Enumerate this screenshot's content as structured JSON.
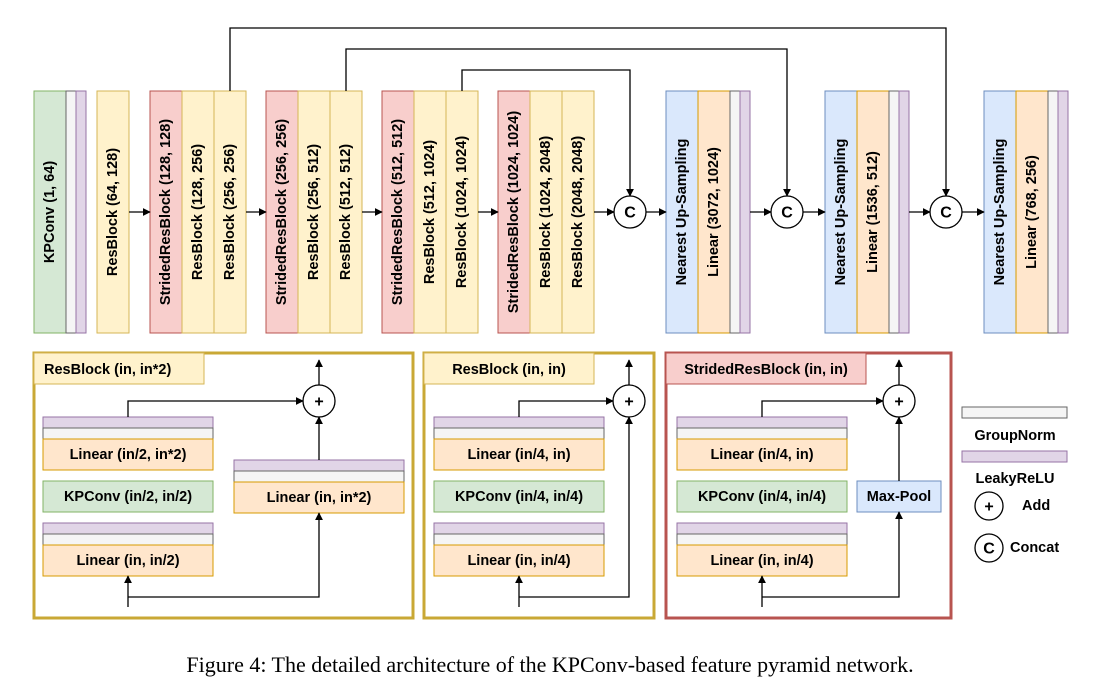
{
  "colors": {
    "kpconv": "#d5e8d4",
    "kpconv_border": "#82b366",
    "res": "#fff2cc",
    "res_border": "#d6b656",
    "strided": "#f8cecc",
    "strided_border": "#b85450",
    "upsample": "#dae8fc",
    "upsample_border": "#6c8ebf",
    "linear": "#ffe6cc",
    "linear_border": "#d79b00",
    "groupnorm": "#f5f5f5",
    "groupnorm_border": "#666666",
    "leakyrelu": "#e1d5e7",
    "leakyrelu_border": "#9673a6"
  },
  "pyramid": {
    "kpconv": "KPConv (1, 64)",
    "res1": "ResBlock (64, 128)",
    "s1a": "StridedResBlock (128, 128)",
    "s1b": "ResBlock (128, 256)",
    "s1c": "ResBlock (256, 256)",
    "s2a": "StridedResBlock (256, 256)",
    "s2b": "ResBlock (256, 512)",
    "s2c": "ResBlock (512, 512)",
    "s3a": "StridedResBlock (512, 512)",
    "s3b": "ResBlock (512, 1024)",
    "s3c": "ResBlock (1024, 1024)",
    "s4a": "StridedResBlock (1024, 1024)",
    "s4b": "ResBlock (1024, 2048)",
    "s4c": "ResBlock (2048, 2048)",
    "concat_symbol": "C",
    "up": "Nearest Up-Sampling",
    "d1_linear": "Linear (3072, 1024)",
    "d2_linear": "Linear (1536, 512)",
    "d3_linear": "Linear (768, 256)"
  },
  "panels": {
    "resblock2x": {
      "title": "ResBlock (in, in*2)",
      "linear_top": "Linear (in/2, in*2)",
      "kpconv": "KPConv (in/2, in/2)",
      "linear_bottom": "Linear (in, in/2)",
      "shortcut": "Linear (in, in*2)"
    },
    "resblock": {
      "title": "ResBlock (in, in)",
      "linear_top": "Linear (in/4, in)",
      "kpconv": "KPConv (in/4, in/4)",
      "linear_bottom": "Linear (in, in/4)"
    },
    "strided": {
      "title": "StridedResBlock (in, in)",
      "linear_top": "Linear (in/4, in)",
      "kpconv": "KPConv (in/4, in/4)",
      "linear_bottom": "Linear (in, in/4)",
      "shortcut": "Max-Pool"
    },
    "add_symbol": "+"
  },
  "legend": {
    "groupnorm": "GroupNorm",
    "leakyrelu": "LeakyReLU",
    "add": "Add",
    "concat": "Concat",
    "add_symbol": "+",
    "concat_symbol": "C"
  },
  "caption": "Figure 4: The detailed architecture of the KPConv-based feature pyramid network."
}
